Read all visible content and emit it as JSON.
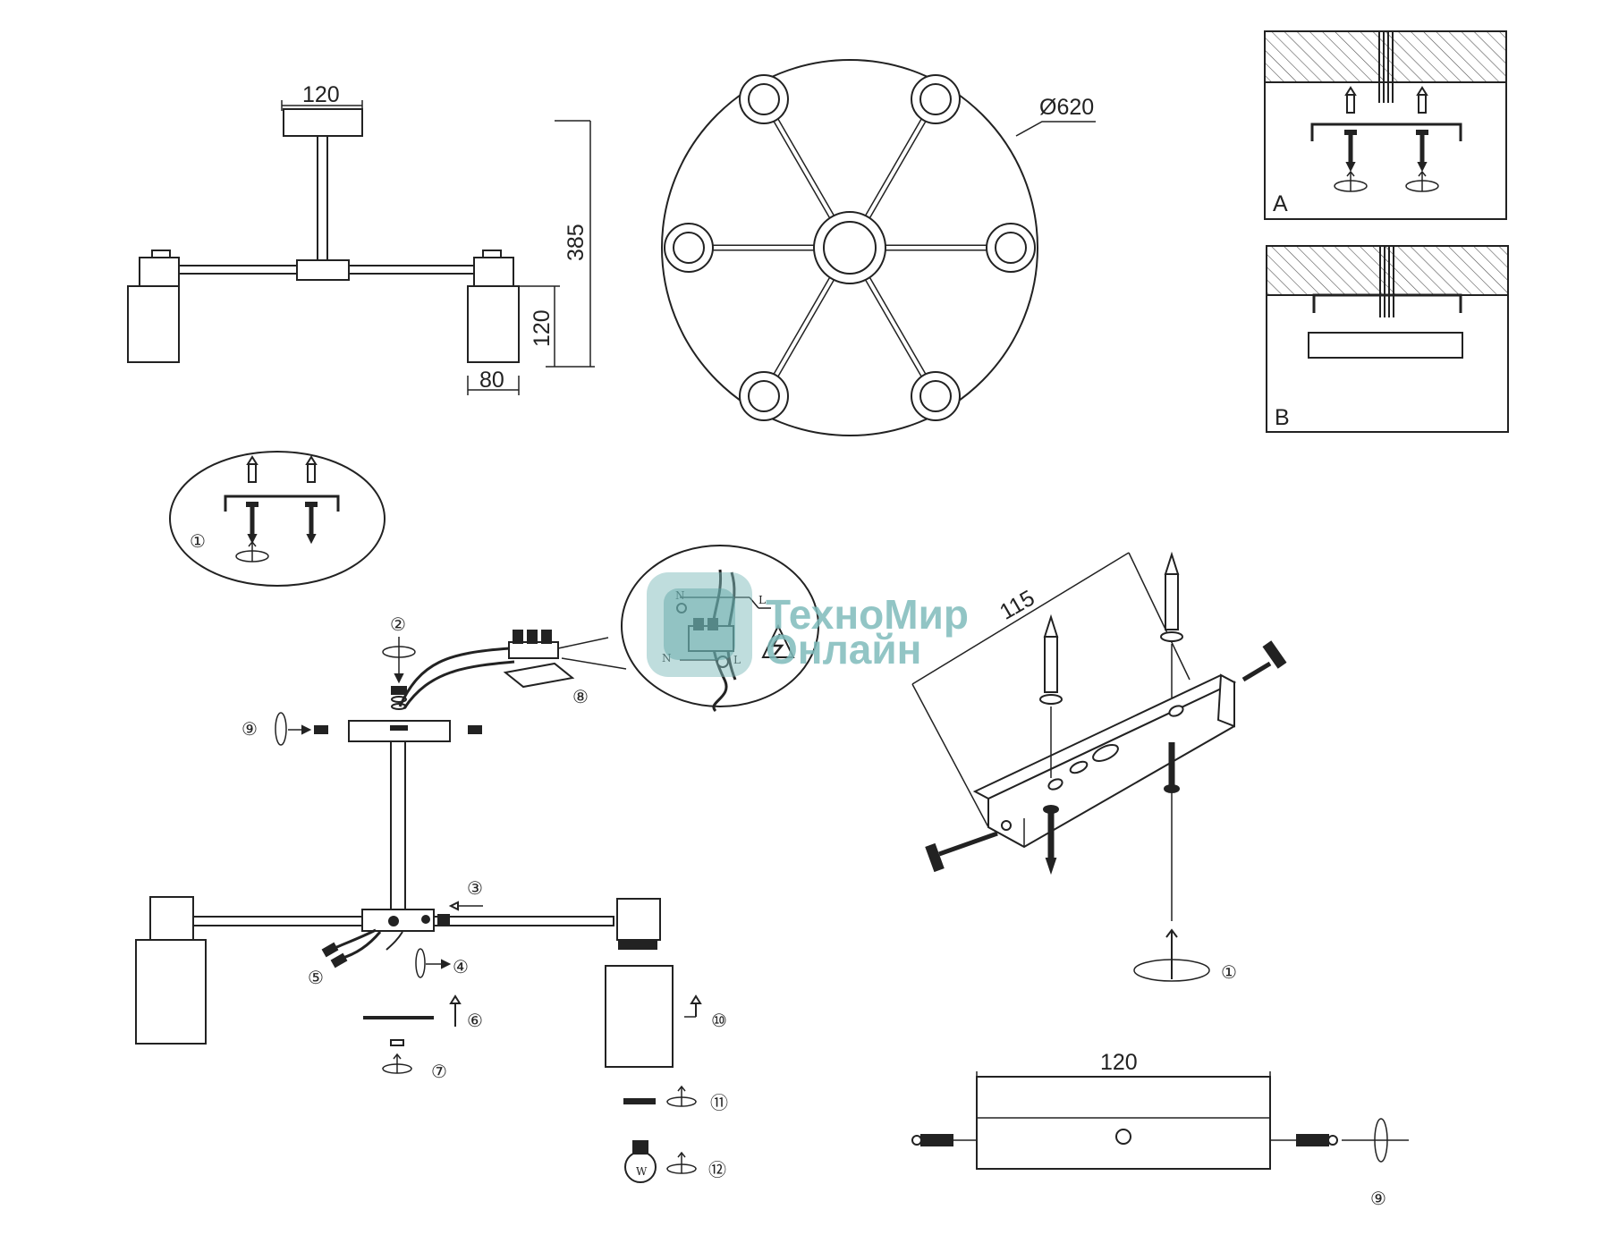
{
  "side_view": {
    "canopy_width": "120",
    "total_height": "385",
    "shade_height": "120",
    "shade_width": "80"
  },
  "top_view": {
    "diameter": "Ø620"
  },
  "detail_a": {
    "label": "A"
  },
  "detail_b": {
    "label": "B"
  },
  "steps": {
    "s1": "①",
    "s2": "②",
    "s3": "③",
    "s4": "④",
    "s5": "⑤",
    "s6": "⑥",
    "s7": "⑦",
    "s8": "⑧",
    "s9": "⑨",
    "s10": "⑩",
    "s11": "⑪",
    "s12": "⑫"
  },
  "wiring": {
    "neutral_top": "N",
    "live_top": "L",
    "neutral_bottom": "N",
    "live_bottom": "L",
    "bulb_mark": "W"
  },
  "bracket": {
    "length": "115",
    "step": "①"
  },
  "canopy_detail": {
    "width": "120",
    "step": "⑨"
  },
  "watermark": {
    "line1": "ТехноМир",
    "line2": "Онлайн",
    "color": "#7fbcbc"
  },
  "colors": {
    "line": "#222222",
    "hatch": "#555555",
    "background": "#ffffff"
  }
}
